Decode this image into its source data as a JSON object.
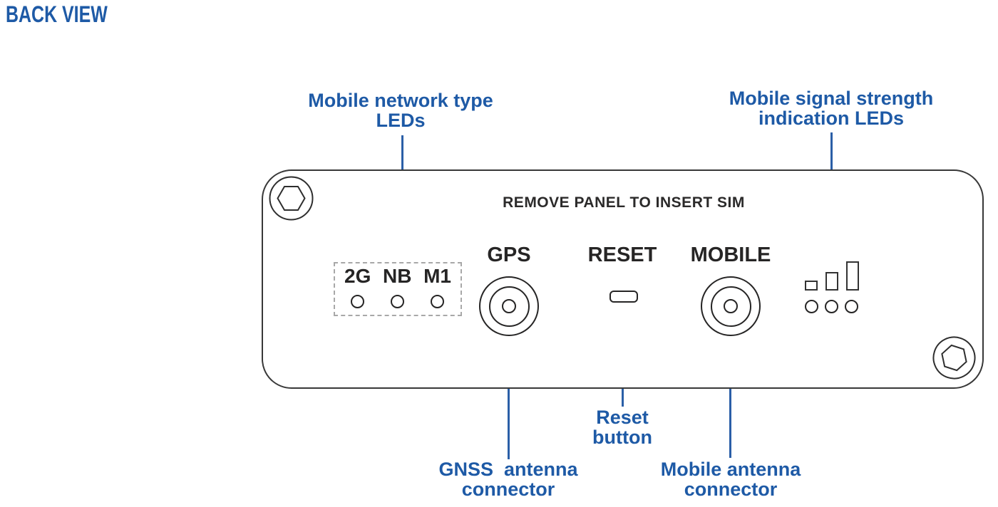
{
  "title": "BACK VIEW",
  "colors": {
    "accent_blue_text": "#1e5aa6",
    "leader_line_blue": "#2b5fa7",
    "device_outline": "#383838",
    "label_dark": "#262525",
    "dashed_box_gray": "#a8a8a8"
  },
  "device_panel": {
    "sim_notice": "REMOVE PANEL TO INSERT SIM",
    "network_type_leds": [
      "2G",
      "NB",
      "M1"
    ],
    "gps_label": "GPS",
    "reset_label": "RESET",
    "mobile_label": "MOBILE"
  },
  "annotations": {
    "network_type": {
      "line1": "Mobile network type",
      "line2": "LEDs"
    },
    "signal_strength": {
      "line1": "Mobile signal strength",
      "line2": "indication LEDs"
    },
    "reset_button": {
      "line1": "Reset",
      "line2": "button"
    },
    "gnss_connector": {
      "line1": "GNSS  antenna",
      "line2": "connector"
    },
    "mobile_connector": {
      "line1": "Mobile antenna",
      "line2": "connector"
    }
  }
}
